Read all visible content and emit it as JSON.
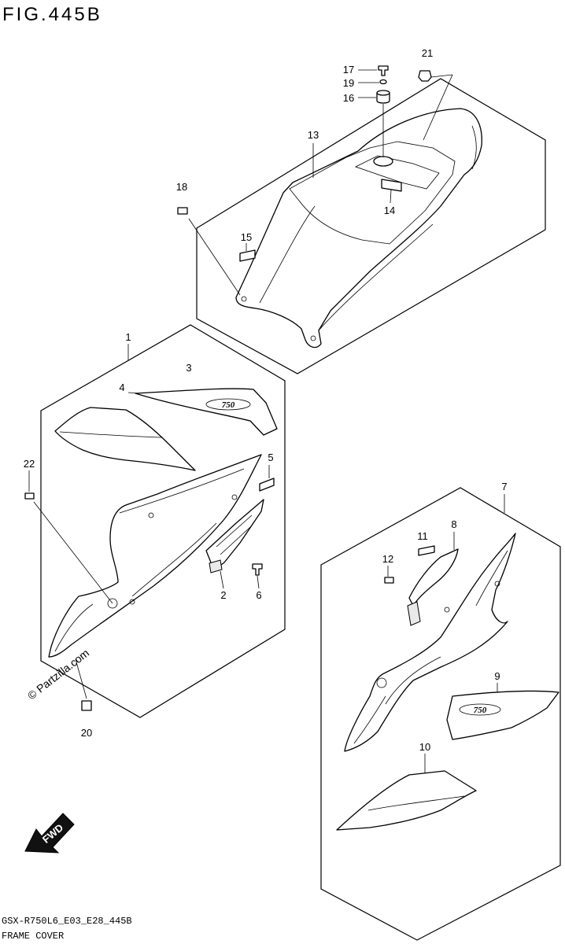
{
  "figure": {
    "title": "FIG.445B"
  },
  "callouts": {
    "c1": "1",
    "c2": "2",
    "c3": "3",
    "c4": "4",
    "c5": "5",
    "c6": "6",
    "c7": "7",
    "c8": "8",
    "c9": "9",
    "c10": "10",
    "c11": "11",
    "c12": "12",
    "c13": "13",
    "c14": "14",
    "c15": "15",
    "c16": "16",
    "c17": "17",
    "c18": "18",
    "c19": "19",
    "c20": "20",
    "c21": "21",
    "c22": "22"
  },
  "decal_logo": "750",
  "watermark": "© Partzilla.com",
  "fwd_label": "FWD",
  "footer": {
    "code": "GSX-R750L6_E03_E28_445B",
    "name": "FRAME COVER"
  }
}
